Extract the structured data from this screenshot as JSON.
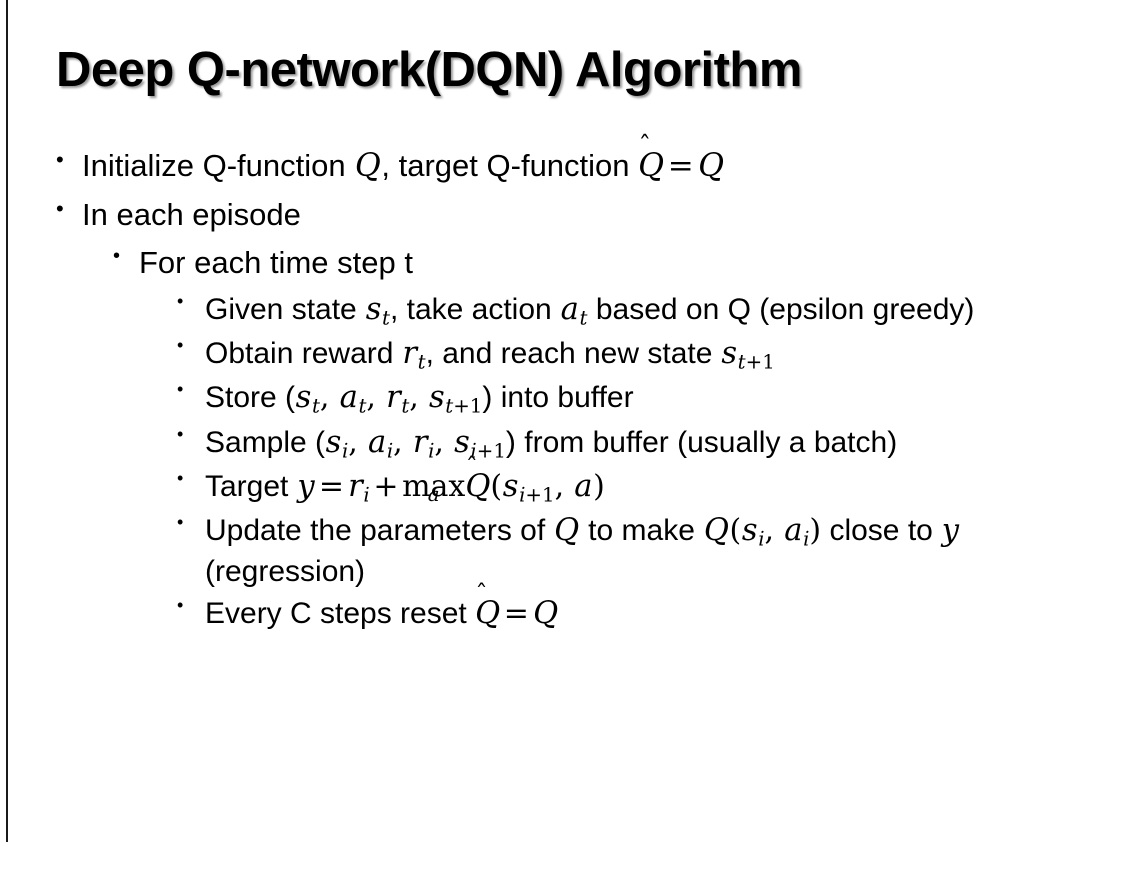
{
  "slide": {
    "title": "Deep Q-network(DQN) Algorithm",
    "background_color": "#ffffff",
    "text_color": "#000000",
    "edge_rule_color": "#1a1a1a",
    "bullet_glyph": "•"
  },
  "content": {
    "b1": {
      "text_1": "Initialize Q-function ",
      "math_q1": "Q",
      "text_2": ", target Q-function ",
      "math_qhat": "Q",
      "hat": "̂",
      "eq": "=",
      "math_q2": "Q"
    },
    "b2": {
      "text": "In each episode"
    },
    "b3": {
      "text": "For each time step t"
    },
    "b4": {
      "text_1": "Given state ",
      "s": "s",
      "s_sub": "t",
      "text_2": ", take action ",
      "a": "a",
      "a_sub": "t",
      "text_3": " based on Q (epsilon greedy)"
    },
    "b5": {
      "text_1": "Obtain reward ",
      "r": "r",
      "r_sub": "t",
      "text_2": ", and reach new state ",
      "s": "s",
      "s_sub_var": "t",
      "s_sub_num": "+1"
    },
    "b6": {
      "text_1": "Store (",
      "s": "s",
      "s_sub": "t",
      "sep1": ", ",
      "a": "a",
      "a_sub": "t",
      "sep2": ", ",
      "r": "r",
      "r_sub": "t",
      "sep3": ", ",
      "s2": "s",
      "s2_sub_var": "t",
      "s2_sub_num": "+1",
      "text_2": ") into buffer"
    },
    "b7": {
      "text_1": "Sample (",
      "s": "s",
      "s_sub": "i",
      "sep1": ", ",
      "a": "a",
      "a_sub": "i",
      "sep2": ", ",
      "r": "r",
      "r_sub": "i",
      "sep3": ", ",
      "s2": "s",
      "s2_sub_var": "i",
      "s2_sub_num": "+1",
      "text_2": ") from buffer (usually a batch)"
    },
    "b8": {
      "text_1": "Target ",
      "y": "y",
      "eq": "=",
      "r": "r",
      "r_sub": "i",
      "plus": "+",
      "max": "max",
      "max_under": "a",
      "qhat": "Q",
      "hat": "̂",
      "paren_open": "(",
      "s": "s",
      "s_sub_var": "i",
      "s_sub_num": "+1",
      "comma": ", ",
      "a": "a",
      "paren_close": ")"
    },
    "b9": {
      "text_1": "Update the parameters of ",
      "q1": "Q",
      "text_2": " to make ",
      "q2": "Q",
      "paren_open": "(",
      "s": "s",
      "s_sub": "i",
      "comma": ", ",
      "a": "a",
      "a_sub": "i",
      "paren_close": ")",
      "text_3": " close to ",
      "y": "y",
      "text_4": " (regression)"
    },
    "b10": {
      "text_1": "Every C steps reset ",
      "qhat": "Q",
      "hat": "̂",
      "eq": "=",
      "q": "Q"
    }
  }
}
